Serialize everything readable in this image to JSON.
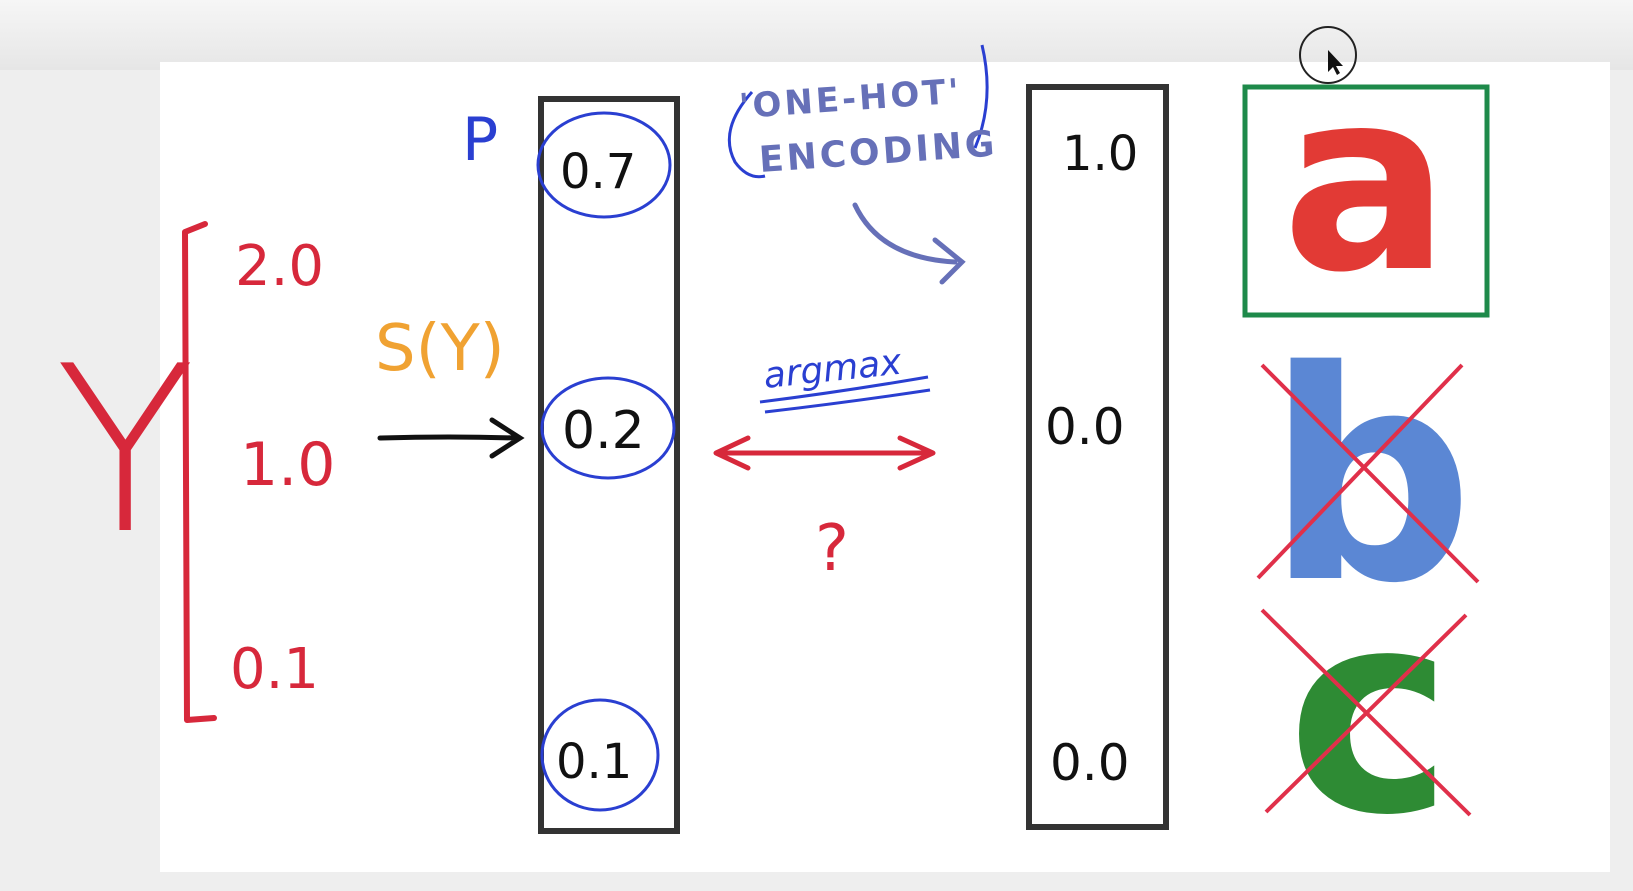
{
  "left": {
    "y_label": "Y",
    "logits": [
      "2.0",
      "1.0",
      "0.1"
    ]
  },
  "softmax": {
    "label": "S(Y)",
    "prob_label": "P",
    "probs": [
      "0.7",
      "0.2",
      "0.1"
    ]
  },
  "encoding": {
    "line1": "'ONE-HOT'",
    "line2": "ENCODING"
  },
  "middle": {
    "argmax": "argmax",
    "question": "?"
  },
  "onehot": {
    "values": [
      "1.0",
      "0.0",
      "0.0"
    ]
  },
  "classes": {
    "letters": [
      "a",
      "b",
      "c"
    ],
    "selected": "a"
  },
  "colors": {
    "red_ink": "#d7283b",
    "blue_ink": "#2a3fd1",
    "orange_ink": "#f0a232",
    "purple_ink": "#6670b8",
    "black_ink": "#111111",
    "green_box": "#1e8a4a",
    "letter_a": "#e23a35",
    "letter_b": "#5b87d4",
    "letter_c": "#2e8b34"
  }
}
